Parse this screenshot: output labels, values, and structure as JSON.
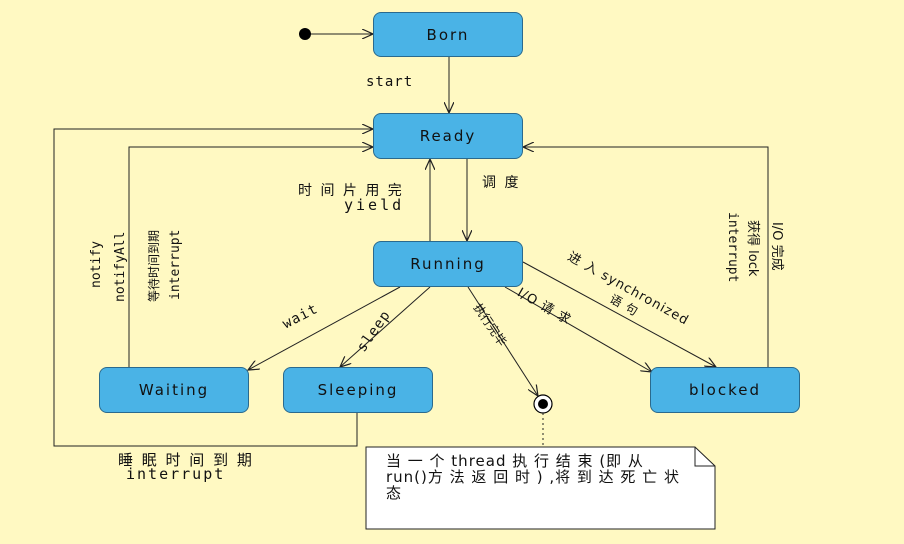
{
  "states": {
    "born": "Born",
    "ready": "Ready",
    "running": "Running",
    "waiting": "Waiting",
    "sleeping": "Sleeping",
    "blocked": "blocked"
  },
  "transitions": {
    "start": "start",
    "timeslice_used": "时 间 片 用 完",
    "yield": "yield",
    "schedule": "调 度",
    "wait": "wait",
    "sleep": "sleep",
    "finished": "执行完毕",
    "io_request": "I/O 请 求",
    "enter_sync_line1": "进 入  synchronized",
    "enter_sync_line2": "语 句",
    "notify": "notify",
    "notify_all": "notifyAll",
    "wait_time_expired": "等待时间到期",
    "wait_interrupt": "interrupt",
    "io_done": "I/O 完成",
    "acquire_lock": "获得 lock",
    "blocked_interrupt": "interrupt",
    "sleep_expired": "睡 眠 时 间 到 期",
    "sleep_interrupt": "interrupt"
  },
  "note": {
    "text": "当 一 个  thread 执 行 结 束 (即 从 run()方 法 返 回 时 ) ,将 到 达 死 亡 状 态"
  }
}
